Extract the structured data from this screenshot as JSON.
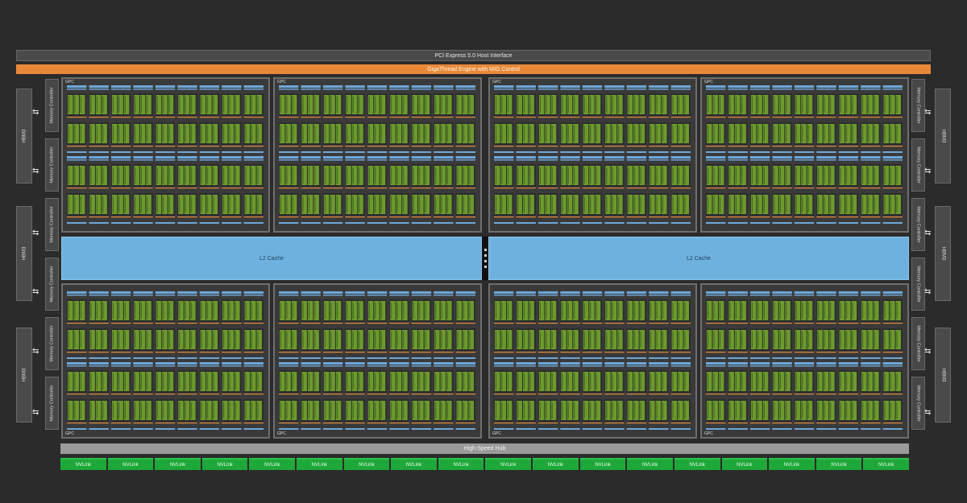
{
  "header": {
    "pcie_label": "PCI Express 5.0 Host Interface",
    "gigathread_label": "GigaThread Engine with MIG Control"
  },
  "memory": {
    "hbm_label": "HBM3",
    "controller_label": "Memory Controller"
  },
  "gpc": {
    "label": "GPC"
  },
  "cache": {
    "l2_label": "L2 Cache"
  },
  "footer": {
    "hub_label": "High-Speed Hub",
    "nvlink_label": "NVLink",
    "nvlink_count": 18
  },
  "colors": {
    "background": "#2b2b2b",
    "pcie_bar": "#4a4a4a",
    "gigathread_bar": "#e8893a",
    "l2_cache": "#6fb1de",
    "nvlink": "#1fa83a",
    "sm_core": "#6c9a2c",
    "sm_core_dark": "#3f6420",
    "sm_divider": "#e08a3c",
    "sm_header": "#6ea7d8"
  }
}
